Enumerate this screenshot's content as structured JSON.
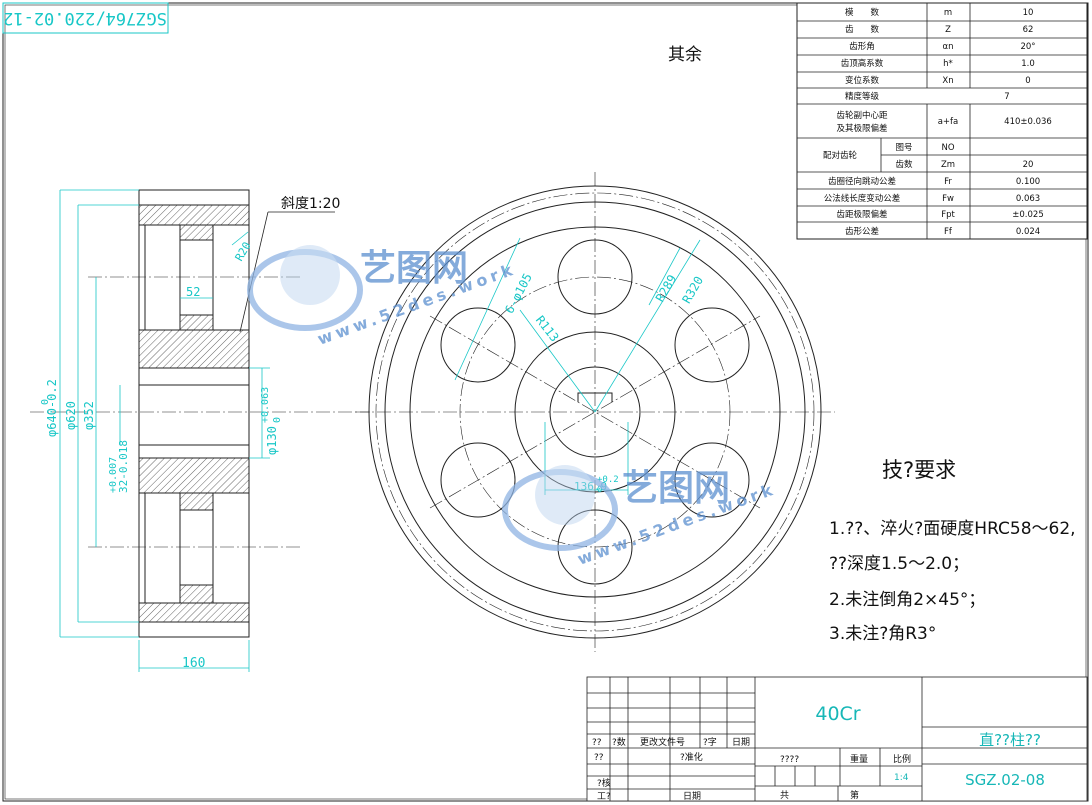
{
  "drawing_code_rotated": "SGZ764/220.02-12",
  "remaining_roughness": "其余",
  "param_table": [
    {
      "name": "模　　数",
      "symbol": "m",
      "value": "10"
    },
    {
      "name": "齿　　数",
      "symbol": "Z",
      "value": "62"
    },
    {
      "name": "齿形角",
      "symbol": "αn",
      "value": "20°"
    },
    {
      "name": "齿顶高系数",
      "symbol": "h*",
      "value": "1.0"
    },
    {
      "name": "变位系数",
      "symbol": "Xn",
      "value": "0"
    },
    {
      "name": "精度等级",
      "symbol": "",
      "value": "7"
    },
    {
      "name": "齿轮副中心距",
      "name2": "及其极限偏差",
      "symbol": "a+fa",
      "value": "410±0.036"
    },
    {
      "name": "配对齿轮",
      "sub": "图号",
      "symbol": "NO",
      "value": ""
    },
    {
      "name": "",
      "sub": "齿数",
      "symbol": "Zm",
      "value": "20"
    },
    {
      "name": "齿圈径向跳动公差",
      "symbol": "Fr",
      "value": "0.100"
    },
    {
      "name": "公法线长度变动公差",
      "symbol": "Fw",
      "value": "0.063"
    },
    {
      "name": "齿距极限偏差",
      "symbol": "Fpt",
      "value": "±0.025"
    },
    {
      "name": "齿形公差",
      "symbol": "Ff",
      "value": "0.024"
    }
  ],
  "dimensions": {
    "taper": "斜度1:20",
    "r20": "R20",
    "d52": "52",
    "d160": "160",
    "dia640": "φ640-0.2",
    "dia640_tol": "0",
    "dia620": "φ620",
    "dia352": "φ352",
    "dia130": "φ130",
    "dia130_tol_up": "+0.063",
    "dia130_tol_lo": "0",
    "keyway": "32-0.018",
    "keyway_tol": "+0.007",
    "r289": "R289",
    "r320": "R320",
    "dia105": "6-φ105",
    "r113": "R113",
    "keyway_depth": "136.9",
    "keyway_depth_tol": "+0.2",
    "keyway_depth_tol0": "0"
  },
  "tech_requirements": {
    "title": "技?要求",
    "lines": [
      "1.??、淬火?面硬度HRC58～62,",
      "??深度1.5～2.0；",
      "2.未注倒角2×45°；",
      "3.未注?角R3°"
    ]
  },
  "title_block": {
    "material": "40Cr",
    "part_name": "直??柱??",
    "drawing_no": "SGZ.02-08",
    "labels": {
      "mark": "??",
      "qty": "?数",
      "change_doc": "更改文件号",
      "sign": "?字",
      "date": "日期",
      "design": "??",
      "standardize": "?准化",
      "check": "?核",
      "process": "工?",
      "date2": "日期",
      "stage_mark": "????",
      "weight": "重量",
      "scale": "比例",
      "scale_value": "1:4",
      "total": "共",
      "sheet": "第"
    }
  },
  "watermark": {
    "brand": "艺图网",
    "url": "www.52des.work"
  }
}
